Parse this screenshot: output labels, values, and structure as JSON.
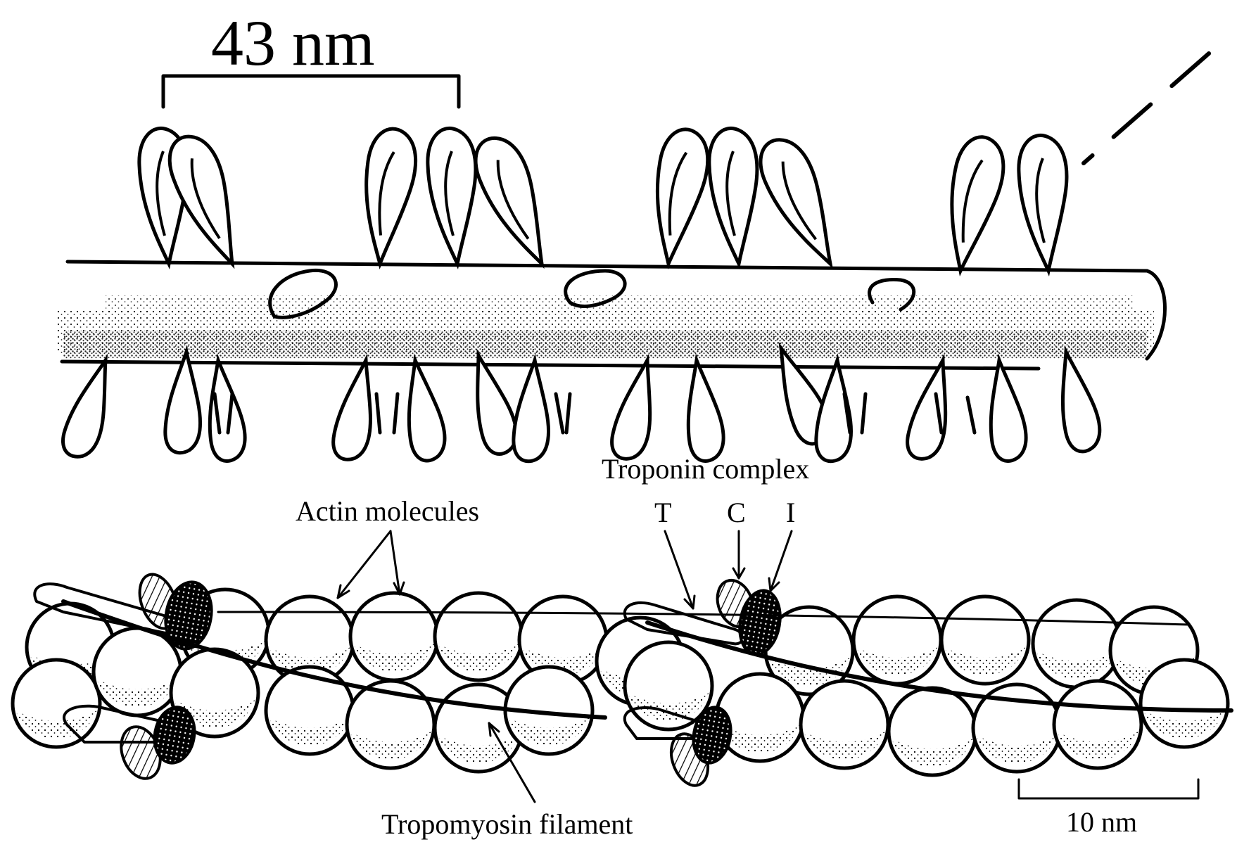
{
  "top_panel": {
    "scale_label": "43 nm"
  },
  "bottom_panel": {
    "troponin_label": "Troponin complex",
    "actin_label": "Actin molecules",
    "troponin_T": "T",
    "troponin_C": "C",
    "troponin_I": "I",
    "tropomyosin_label": "Tropomyosin filament",
    "scale_label": "10 nm"
  }
}
